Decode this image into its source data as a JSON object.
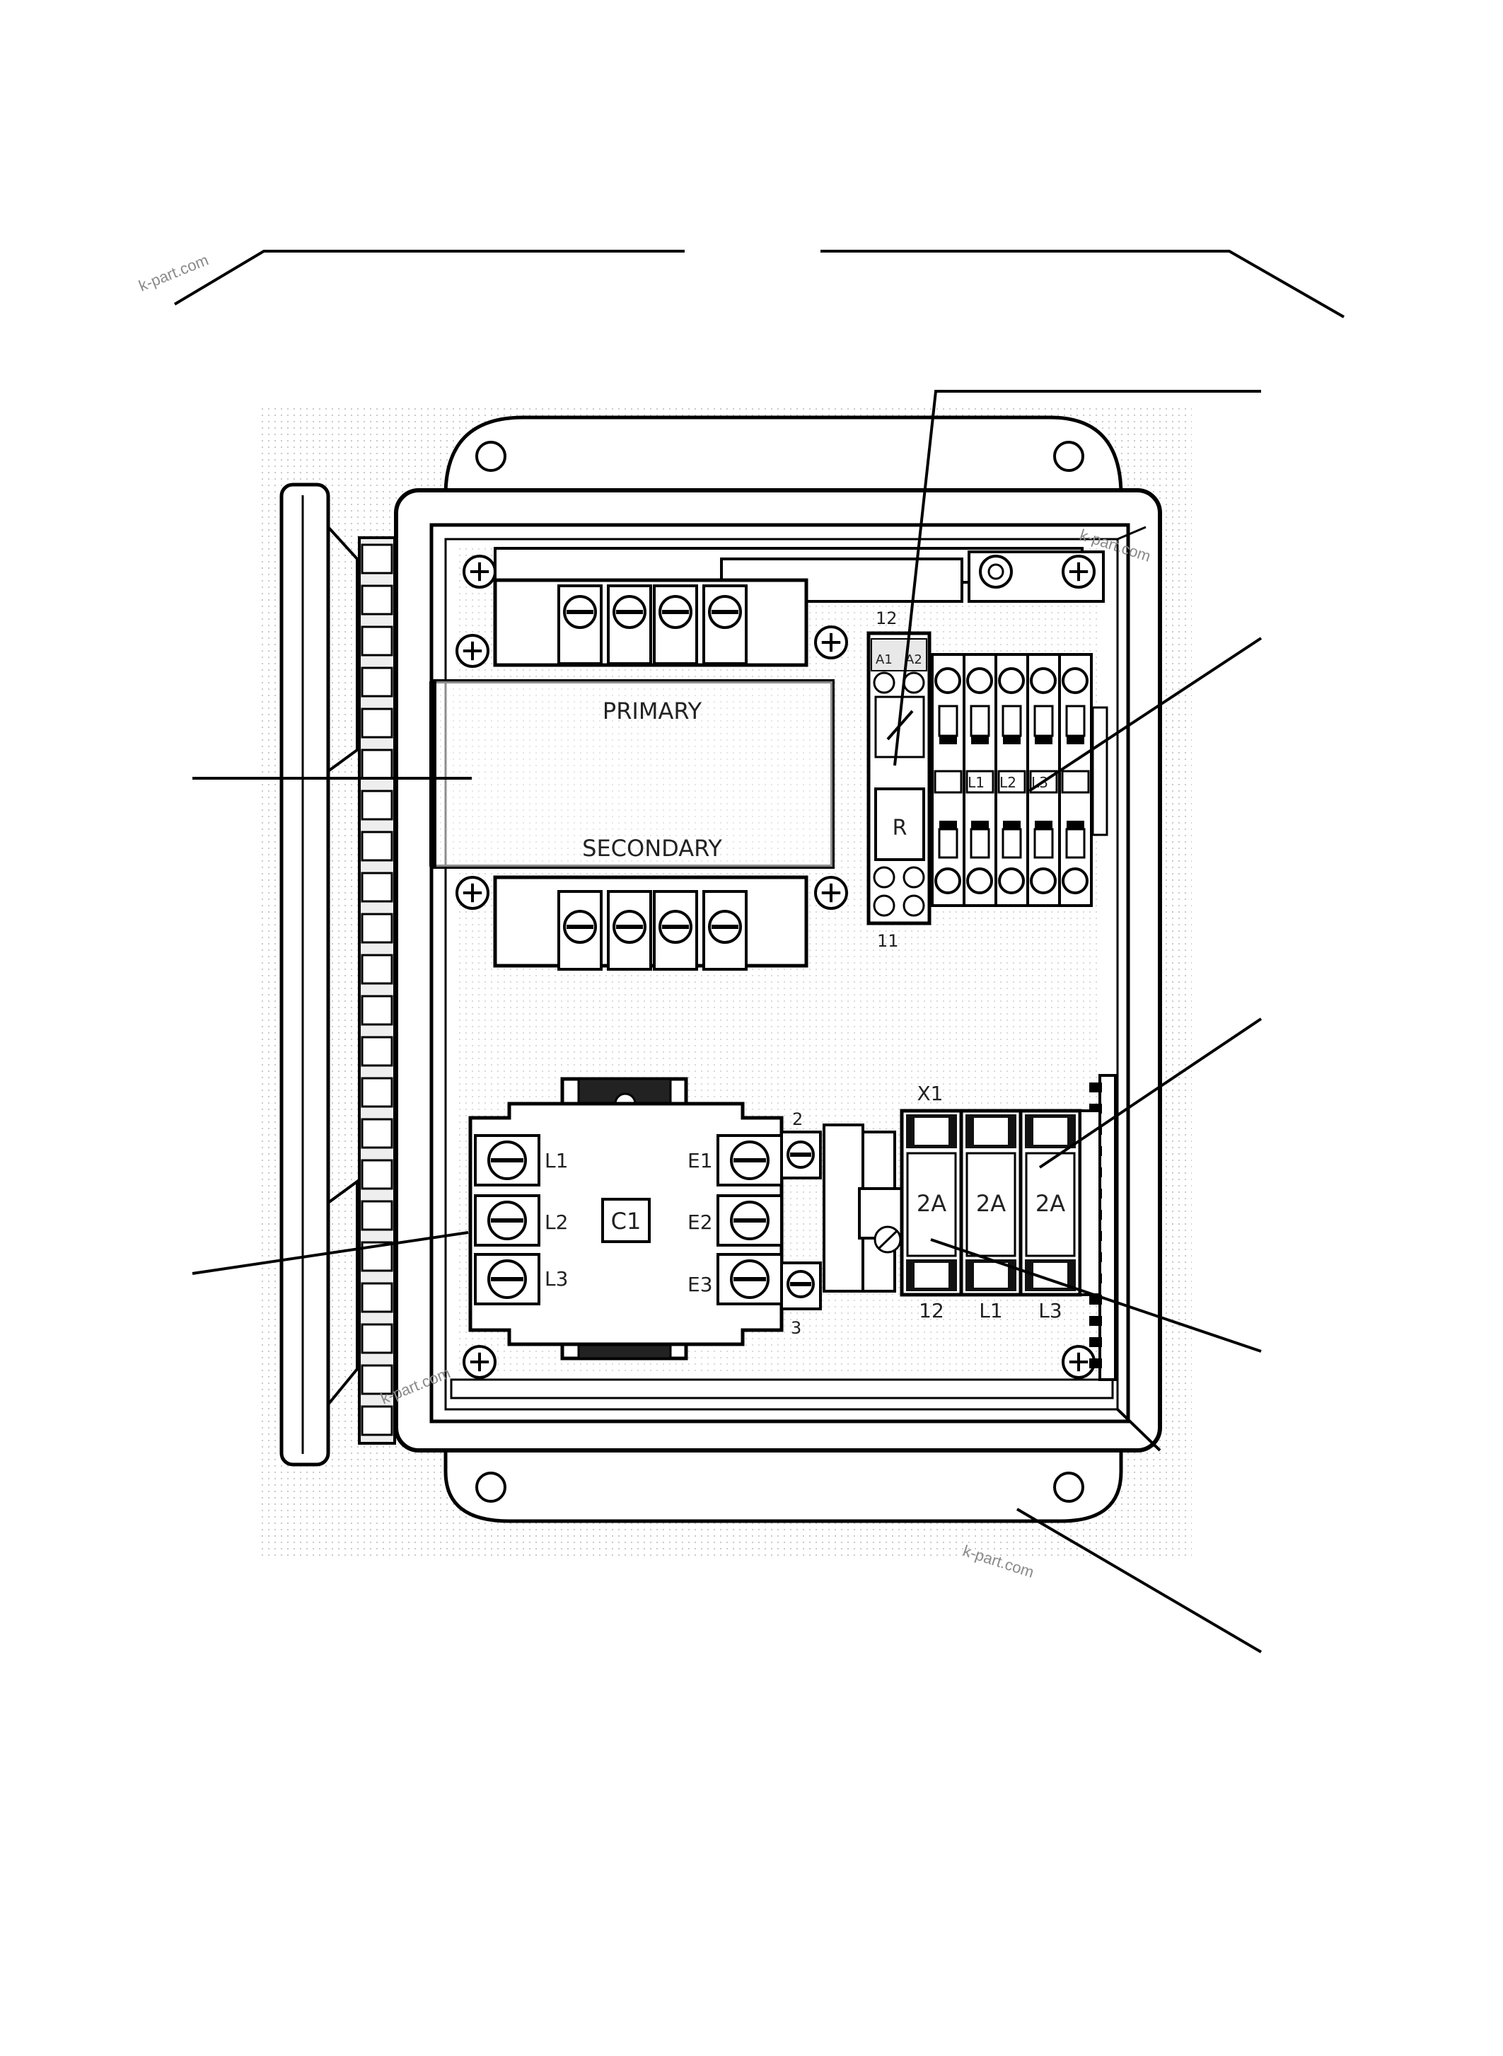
{
  "transformer": {
    "primary_label": "PRIMARY",
    "secondary_label": "SECONDARY"
  },
  "relay": {
    "top_number": "12",
    "bottom_number": "11",
    "coil_a1": "A1",
    "coil_a2": "A2",
    "letter": "R"
  },
  "terminal_block": {
    "labels": [
      "L1",
      "L2",
      "L3"
    ]
  },
  "contactor": {
    "id": "C1",
    "left_terminals": [
      "L1",
      "L2",
      "L3"
    ],
    "right_terminals": [
      "E1",
      "E2",
      "E3"
    ],
    "aux_top": "2",
    "aux_bottom": "3"
  },
  "fuse_holder": {
    "id": "X1",
    "fuses": [
      "2A",
      "2A",
      "2A"
    ],
    "bottom_labels": [
      "12",
      "L1",
      "L3"
    ]
  },
  "watermark": "k-part.com",
  "colors": {
    "ink": "#000000",
    "background": "#ffffff",
    "dotted_area": "#f3f3f3"
  }
}
